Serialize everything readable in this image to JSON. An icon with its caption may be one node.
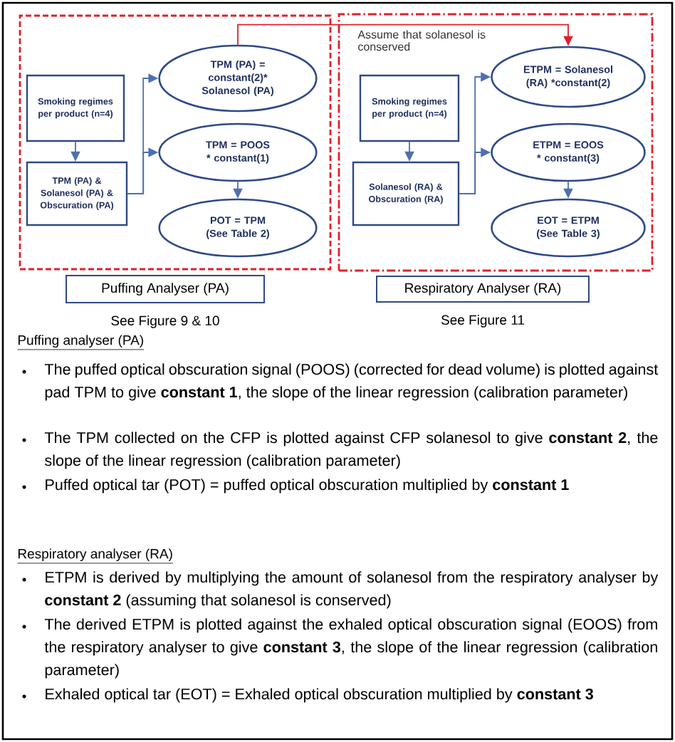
{
  "diagram": {
    "nodes": [
      {
        "text": [],
        "shape": "box"
      },
      {
        "text": [
          "Smoking regimes per product (n=4)"
        ],
        "in": 0
      },
      {
        "text": [
          "TPM (PA) & Solanesol (PA) & Obscuration (PA)"
        ],
        "in": 0
      },
      {
        "text": [
          "TPM (PA) = constant(2)* Solanesol (PA)"
        ],
        "in": 0
      },
      {
        "text": [
          "TPM = POOS * constant(1)"
        ],
        "in": 0
      },
      {
        "text": [
          "POT = TPM (See Table 2)"
        ],
        "in": 0
      },
      {
        "text": [
          "Puffing Analyser (PA)"
        ],
        "beside": [
          "See Figure 9 & 10"
        ]
      },
      {
        "text": [],
        "shape": "box"
      },
      {
        "text": [
          "Smoking regimes per product (n=4)"
        ],
        "in": 7
      },
      {
        "text": [
          "Solanesol (RA) & Obscuration (RA)"
        ],
        "in": 7
      },
      {
        "text": [
          "ETPM = Solanesol (RA) *constant(2)"
        ],
        "in": 7
      },
      {
        "text": [
          "ETPM = EOOS * constant(3)"
        ],
        "in": 7
      },
      {
        "text": [
          "EOT = ETPM (See Table 3)"
        ],
        "in": 7
      },
      {
        "text": [
          "Respiratory Analyser (RA)"
        ],
        "beside": [
          "See Figure 11"
        ]
      }
    ],
    "edges": [
      {
        "from": 1,
        "to": 2,
        "arrow": "to"
      },
      {
        "from": 2,
        "to": 3,
        "arrow": "to"
      },
      {
        "from": 2,
        "to": 4,
        "arrow": "to"
      },
      {
        "from": 4,
        "to": 5,
        "arrow": "to"
      },
      {
        "from": 3,
        "to": 10,
        "arrow": "to",
        "label": "Assume that solanesol is conserved",
        "color": "#e0202a"
      },
      {
        "from": 8,
        "to": 9,
        "arrow": "to"
      },
      {
        "from": 9,
        "to": 10,
        "arrow": "to"
      },
      {
        "from": 9,
        "to": 11,
        "arrow": "to"
      },
      {
        "from": 11,
        "to": 12,
        "arrow": "to"
      }
    ],
    "labels": [
      "Puffing analyser (PA)",
      "The puffed optical obscuration signal (POOS) (corrected for dead volume) is plotted against pad TPM to give **constant 1**, the slope of the linear regression (calibration parameter)",
      "The TPM collected on the CFP is plotted against CFP solanesol to give **constant 2**, the slope of the linear regression (calibration parameter)",
      "Puffed optical tar (POT) = puffed optical obscuration multiplied by **constant 1**",
      "Respiratory analyser (RA)",
      "ETPM is derived by multiplying the amount of solanesol from the respiratory analyser by **constant 2** (assuming that solanesol is conserved)",
      "The derived ETPM is plotted against the exhaled optical obscuration signal (EOOS) from the respiratory analyser to give **constant 3**, the slope of the linear regression (calibration parameter)",
      "Exhaled optical tar (EOT) = Exhaled optical obscuration multiplied by **constant 3**"
    ]
  }
}
